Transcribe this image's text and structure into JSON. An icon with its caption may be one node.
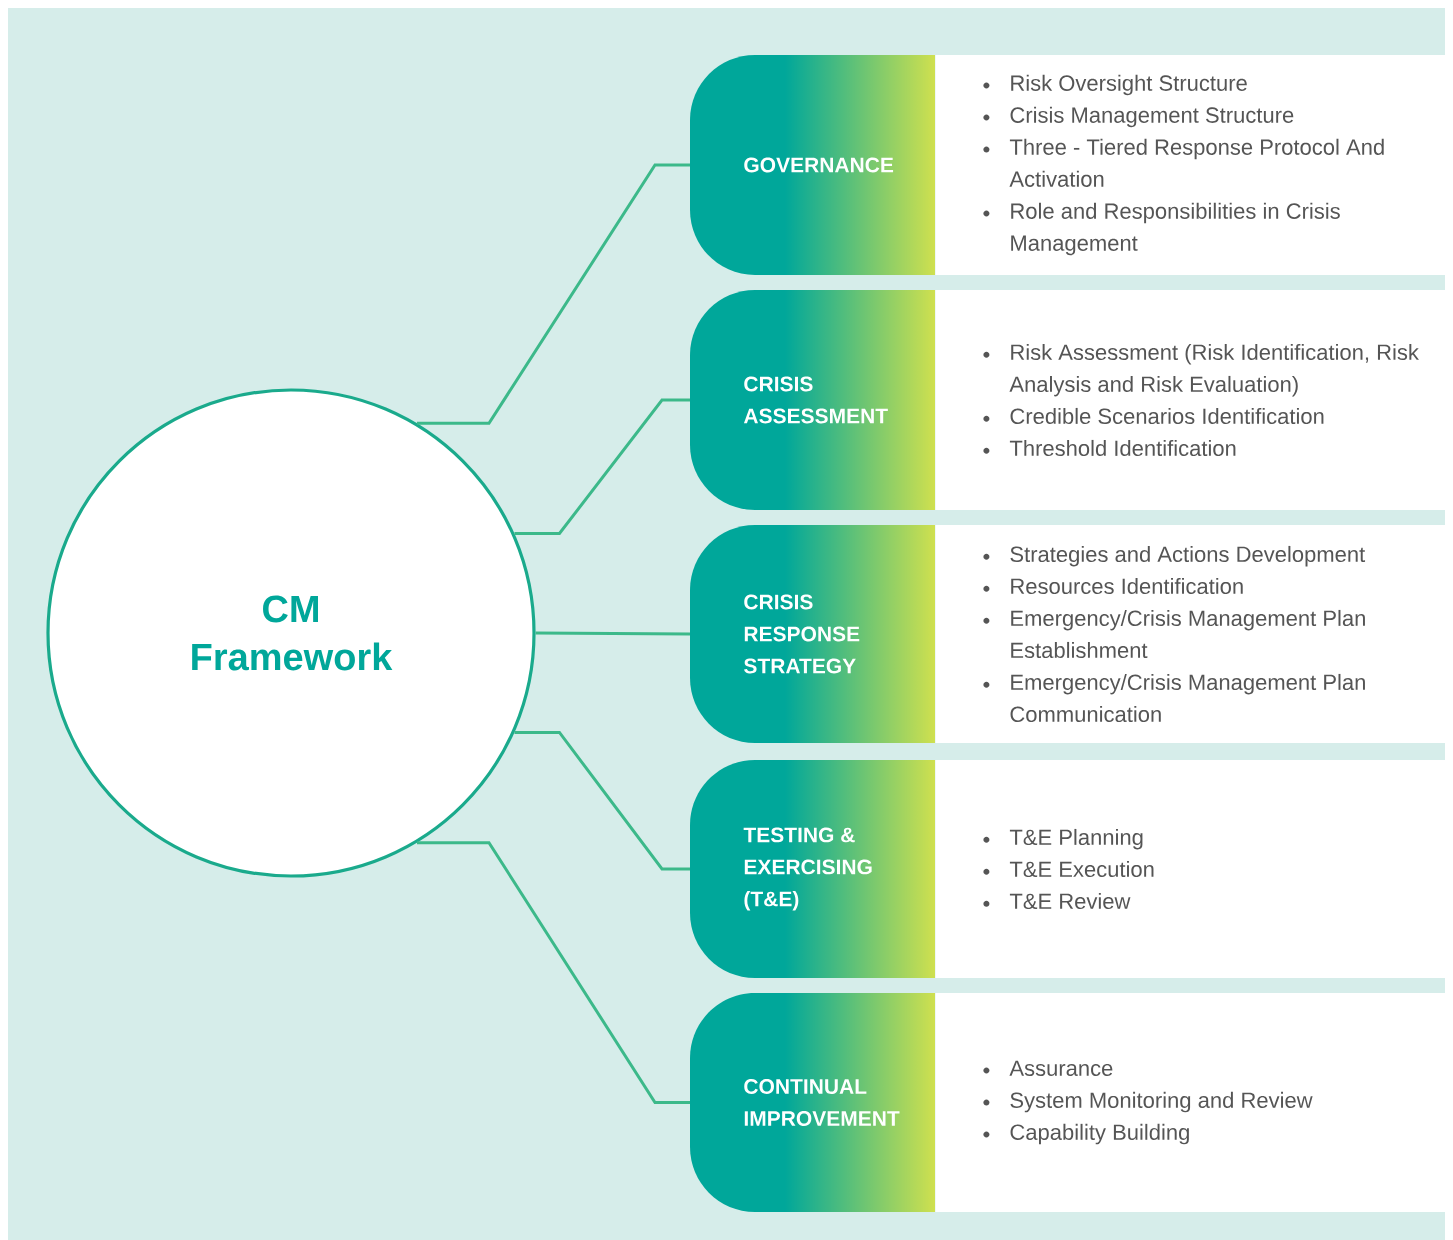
{
  "diagram": {
    "nodes": [
      {
        "text": [
          "CM Framework"
        ]
      },
      {
        "text": [
          "GOVERNANCE"
        ]
      },
      {
        "text": [
          "Risk Oversight Structure",
          "Crisis Management Structure",
          "Three - Tiered Response Protocol And Activation",
          "Role and Responsibilities in Crisis Management"
        ]
      },
      {
        "text": [
          "CRISIS ASSESSMENT"
        ]
      },
      {
        "text": [
          "Risk Assessment (Risk Identification, Risk Analysis and Risk Evaluation)",
          "Credible Scenarios Identification",
          "Threshold Identification"
        ]
      },
      {
        "text": [
          "CRISIS RESPONSE STRATEGY"
        ]
      },
      {
        "text": [
          "Strategies and Actions Development",
          "Resources Identification",
          "Emergency/Crisis Management Plan Establishment",
          "Emergency/Crisis Management Plan Communication"
        ]
      },
      {
        "text": [
          "TESTING & EXERCISING (T&E)"
        ]
      },
      {
        "text": [
          "T&E Planning",
          "T&E Execution",
          "T&E Review"
        ]
      },
      {
        "text": [
          "CONTINUAL IMPROVEMENT"
        ]
      },
      {
        "text": [
          "Assurance",
          "System Monitoring and Review",
          "Capability Building"
        ]
      }
    ],
    "edges": [
      {
        "from": 0,
        "to": 1,
        "arrow": "none"
      },
      {
        "from": 0,
        "to": 3,
        "arrow": "none"
      },
      {
        "from": 0,
        "to": 5,
        "arrow": "none"
      },
      {
        "from": 0,
        "to": 7,
        "arrow": "none"
      },
      {
        "from": 0,
        "to": 9,
        "arrow": "none"
      }
    ]
  }
}
